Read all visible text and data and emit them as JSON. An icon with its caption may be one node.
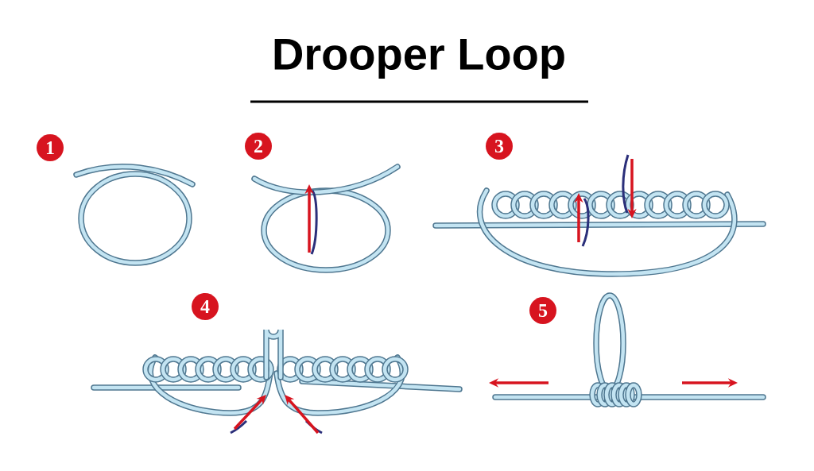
{
  "diagram": {
    "title": "Drooper Loop",
    "labels": [
      "1",
      "2",
      "3",
      "4",
      "5"
    ]
  }
}
